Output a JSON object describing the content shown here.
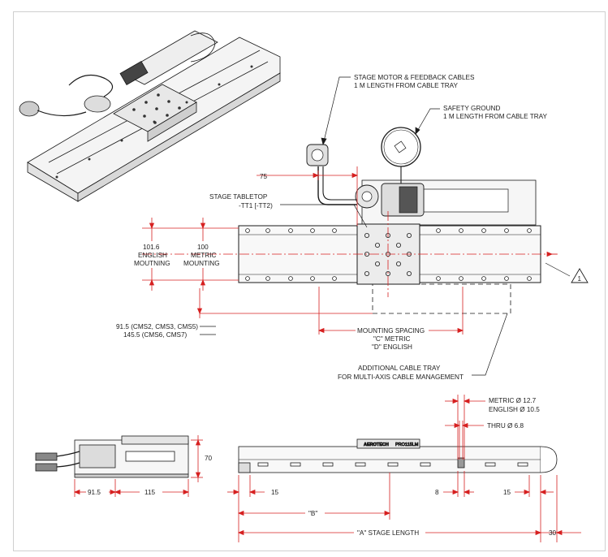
{
  "labels": {
    "motor_cables_1": "STAGE MOTOR & FEEDBACK CABLES",
    "motor_cables_2": "1 M LENGTH FROM CABLE TRAY",
    "safety_1": "SAFETY GROUND",
    "safety_2": "1 M LENGTH FROM CABLE TRAY",
    "dim_75": "75",
    "tabletop_1": "STAGE TABLETOP",
    "tabletop_2": "-TT1 [-TT2)",
    "english_1": "101.6",
    "english_2": "ENGLISH",
    "english_3": "MOUTNING",
    "metric_1": "100",
    "metric_2": "METRIC",
    "metric_3": "MOUNTING",
    "cms_1": "91.5 (CMS2, CMS3, CMS5)",
    "cms_2": "145.5 (CMS6, CMS7)",
    "spacing_1": "MOUNTING SPACING",
    "spacing_2": "\"C\" METRIC",
    "spacing_3": "\"D\" ENGLISH",
    "tray_1": "ADDITIONAL CABLE TRAY",
    "tray_2": "FOR MULTI-AXIS CABLE MANAGEMENT",
    "warn_mark": "1",
    "hole_1": "METRIC  Ø 12.7",
    "hole_2": "ENGLISH  Ø  10.5",
    "thru": "THRU  Ø 6.8",
    "dim_70": "70",
    "dim_91_5": "91.5",
    "dim_115": "115",
    "dim_15_left": "15",
    "dim_8": "8",
    "dim_15_right": "15",
    "dim_b": "\"B\"",
    "dim_a": "\"A\" STAGE LENGTH",
    "dim_30": "30",
    "brand": "AEROTECH",
    "model": "PRO115LM"
  },
  "colors": {
    "dimension": "#d62020",
    "line": "#1a1a1a",
    "part_fill": "#f4f4f4"
  }
}
